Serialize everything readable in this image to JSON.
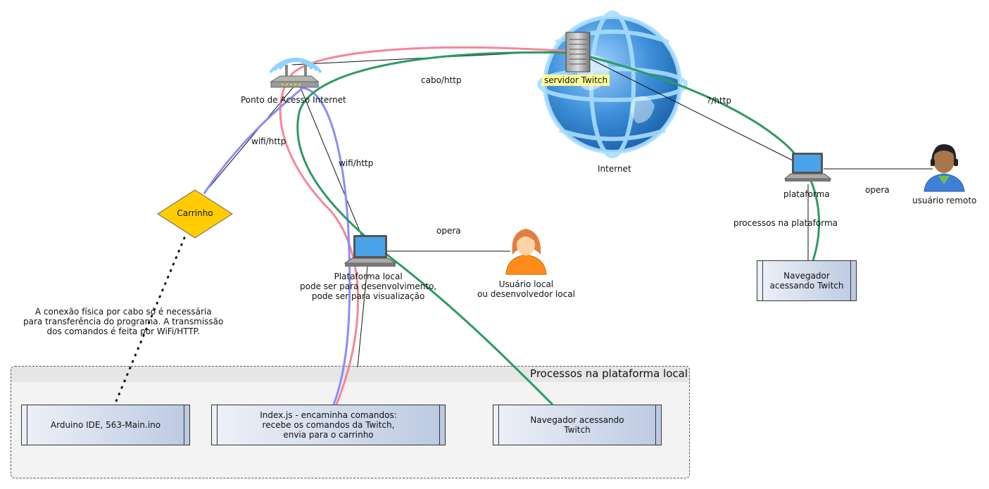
{
  "nodes": {
    "access_point": "Ponto de Acesso Internet",
    "twitch_server": "servidor Twitch",
    "internet": "Internet",
    "platform_remote": "plataforma",
    "remote_user": "usuário remoto",
    "car": "Carrinho",
    "local_platform": "Plataforma local\npode ser para desenvolvimento,\npode ser para visualização",
    "local_user": "Usuário local\nou desenvolvedor local"
  },
  "edges": {
    "cable_http": "cabo/http",
    "unknown_http": "?/http",
    "wifi_http_car": "wifi/http",
    "wifi_http_platform": "wifi/http",
    "operates_remote": "opera",
    "operates_local": "opera",
    "processes_remote": "processos na plataforma"
  },
  "note": "A conexão física por cabo só é necessária\npara transferência do programa. A transmissão\ndos comandos é feita por WiFi/HTTP.",
  "remote_browser": "Navegador\nacessando Twitch",
  "local_group": {
    "title": "Processos na plataforma local",
    "arduino": "Arduino IDE, 563-Main.ino",
    "indexjs": "Index.js - encaminha comandos:\nrecebe os comandos da Twitch,\nenvia para o carrinho",
    "browser": "Navegador acessando\nTwitch"
  },
  "colors": {
    "pink_line": "#f4879a",
    "blue_line": "#8c8cf5",
    "green_line": "#2e9a62",
    "car_fill": "#ffcc00",
    "globe_blue": "#3d8fd8"
  }
}
